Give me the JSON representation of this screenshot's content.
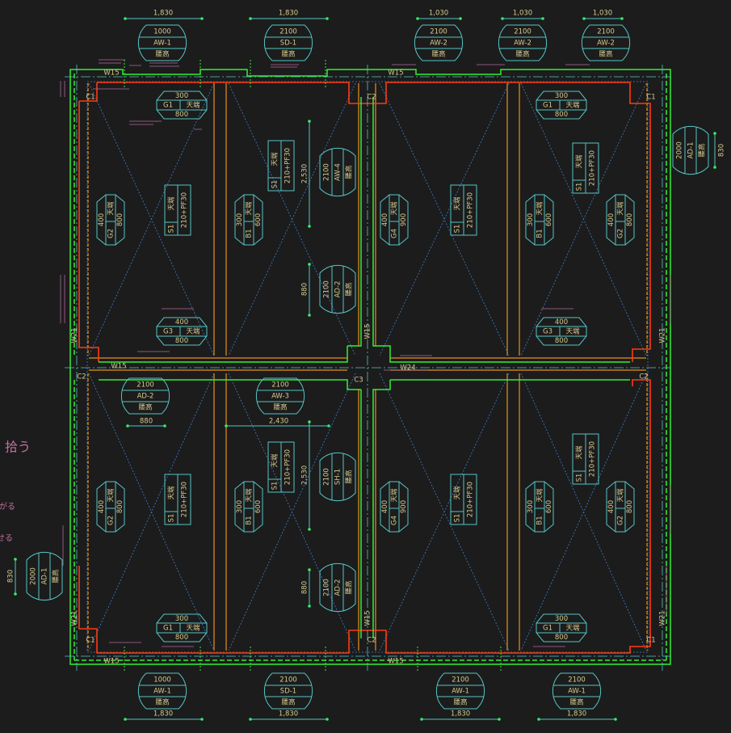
{
  "colors": {
    "background": "#1c1c1c",
    "tag": "#56c4c4",
    "text": "#d6c98f",
    "wall": "#33ee33",
    "finish": "#ff3b10",
    "frame": "#e8901a",
    "grid": "#3b7fd0",
    "note": "#c0709a"
  },
  "dimensions": {
    "top": [
      "1,830",
      "1,830",
      "1,030",
      "1,030",
      "1,030"
    ],
    "bottom": [
      "1,830",
      "1,830",
      "1,830",
      "1,830"
    ],
    "inner": [
      "880",
      "2,430",
      "2,530",
      "880",
      "2,530",
      "880",
      "830",
      "830"
    ]
  },
  "openings": [
    {
      "height": "1000",
      "code": "AW-1",
      "note": "腰高"
    },
    {
      "height": "2100",
      "code": "SD-1",
      "note": "腰高"
    },
    {
      "height": "2100",
      "code": "AW-2",
      "note": "腰高"
    },
    {
      "height": "2100",
      "code": "AW-2",
      "note": "腰高"
    },
    {
      "height": "2100",
      "code": "AW-2",
      "note": "腰高"
    },
    {
      "height": "1000",
      "code": "AW-1",
      "note": "腰高"
    },
    {
      "height": "2100",
      "code": "SD-1",
      "note": "腰高"
    },
    {
      "height": "2100",
      "code": "AW-1",
      "note": "腰高"
    },
    {
      "height": "2100",
      "code": "AW-1",
      "note": "腰高"
    },
    {
      "height": "2100",
      "code": "AD-2",
      "note": "腰高"
    },
    {
      "height": "2100",
      "code": "AW-3",
      "note": "腰高"
    },
    {
      "height": "2100",
      "code": "AW-4",
      "note": "腰高"
    },
    {
      "height": "2100",
      "code": "AD-2",
      "note": "腰高"
    },
    {
      "height": "2100",
      "code": "SH-1",
      "note": "腰高"
    },
    {
      "height": "2100",
      "code": "AD-2",
      "note": "腰高"
    },
    {
      "height": "2000",
      "code": "AD-1",
      "note": "腰高"
    },
    {
      "height": "2000",
      "code": "AD-1",
      "note": "腰高"
    }
  ],
  "beams": [
    {
      "top": "300",
      "code": "G1",
      "level": "天端",
      "bottom": "800"
    },
    {
      "top": "300",
      "code": "G1",
      "level": "天端",
      "bottom": "800"
    },
    {
      "top": "400",
      "code": "G3",
      "level": "天端",
      "bottom": "800"
    },
    {
      "top": "400",
      "code": "G3",
      "level": "天端",
      "bottom": "800"
    },
    {
      "top": "300",
      "code": "G1",
      "level": "天端",
      "bottom": "800"
    },
    {
      "top": "300",
      "code": "G1",
      "level": "天端",
      "bottom": "800"
    },
    {
      "top": "400",
      "code": "G2",
      "level": "天端",
      "bottom": "800"
    },
    {
      "top": "300",
      "code": "B1",
      "level": "天端",
      "bottom": "600"
    },
    {
      "top": "400",
      "code": "G4",
      "level": "天端",
      "bottom": "900"
    },
    {
      "top": "300",
      "code": "B1",
      "level": "天端",
      "bottom": "600"
    },
    {
      "top": "400",
      "code": "G2",
      "level": "天端",
      "bottom": "800"
    },
    {
      "top": "400",
      "code": "G2",
      "level": "天端",
      "bottom": "800"
    },
    {
      "top": "300",
      "code": "B1",
      "level": "天端",
      "bottom": "600"
    },
    {
      "top": "400",
      "code": "G4",
      "level": "天端",
      "bottom": "900"
    },
    {
      "top": "300",
      "code": "B1",
      "level": "天端",
      "bottom": "600"
    },
    {
      "top": "400",
      "code": "G2",
      "level": "天端",
      "bottom": "800"
    }
  ],
  "slabs": [
    {
      "code": "S1",
      "level": "天端",
      "spec": "210+PF30"
    },
    {
      "code": "S1",
      "level": "天端",
      "spec": "210+PF30"
    },
    {
      "code": "S1",
      "level": "天端",
      "spec": "210+PF30"
    },
    {
      "code": "S1",
      "level": "天端",
      "spec": "210+PF30"
    },
    {
      "code": "S1",
      "level": "天端",
      "spec": "210+PF30"
    },
    {
      "code": "S1",
      "level": "天端",
      "spec": "210+PF30"
    },
    {
      "code": "S1",
      "level": "天端",
      "spec": "210+PF30"
    },
    {
      "code": "S1",
      "level": "天端",
      "spec": "210+PF30"
    }
  ],
  "columns": [
    "C1",
    "C2",
    "C1",
    "C2",
    "C3",
    "C2",
    "C1",
    "C2",
    "C1"
  ],
  "walls": [
    "W15",
    "W15",
    "W15",
    "W15",
    "W21",
    "W21",
    "W21",
    "W21",
    "W24",
    "W15",
    "W15",
    "W15"
  ],
  "notes": [
    "拾う",
    "がる",
    "せる"
  ]
}
